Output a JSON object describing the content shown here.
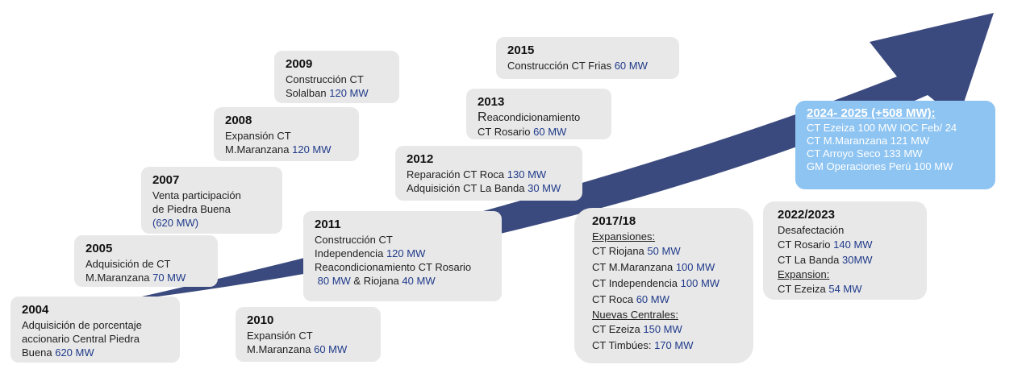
{
  "colors": {
    "arrow": "#3b4a7e",
    "box": "#e8e8e8",
    "highlight": "#8ec4f2",
    "mw": "#1f3a8a"
  },
  "boxes": {
    "y2004": {
      "year": "2004",
      "l1": "Adquisición de porcentaje",
      "l2": "accionario Central Piedra",
      "l3": "Buena",
      "mw": "620 MW"
    },
    "y2005": {
      "year": "2005",
      "l1": "Adquisición de CT",
      "l2": "M.Maranzana",
      "mw": "70 MW"
    },
    "y2007": {
      "year": "2007",
      "l1": "Venta participación",
      "l2": "de Piedra Buena",
      "mw": "(620 MW)"
    },
    "y2008": {
      "year": "2008",
      "l1": "Expansión CT",
      "l2": "M.Maranzana",
      "mw": "120 MW"
    },
    "y2009": {
      "year": "2009",
      "l1": "Construcción CT",
      "l2": "Solalban",
      "mw": "120 MW"
    },
    "y2010": {
      "year": "2010",
      "l1": "Expansión CT",
      "l2": "M.Maranzana",
      "mw": "60 MW"
    },
    "y2011": {
      "year": "2011",
      "l1": "Construcción CT",
      "l2": "Independencia",
      "mw1": "120 MW",
      "l3": "Reacondicionamiento CT Rosario",
      "mw2": "80 MW",
      "amp": "& Riojana",
      "mw3": "40 MW"
    },
    "y2012": {
      "year": "2012",
      "l1": "Reparación CT Roca",
      "mw1": "130 MW",
      "l2": "Adquisición CT La Banda",
      "mw2": "30 MW"
    },
    "y2013": {
      "year": "2013",
      "l1_cap": "R",
      "l1_rest": "eacondicionamiento",
      "l2": "CT Rosario",
      "mw": "60 MW"
    },
    "y2015": {
      "year": "2015",
      "l1": "Construcción CT Frias",
      "mw": "60 MW"
    },
    "y2017": {
      "year": "2017/18",
      "sub1": "Expansiones:",
      "r1": "CT Riojana",
      "r1mw": "50 MW",
      "r2": "CT M.Maranzana",
      "r2mw": "100 MW",
      "r3": "CT Independencia",
      "r3mw": "100 MW",
      "r4": "CT Roca",
      "r4mw": "60 MW",
      "sub2": "Nuevas Centrales:",
      "r5": "CT Ezeiza",
      "r5mw": "150 MW",
      "r6": "CT Timbúes:",
      "r6mw": "170 MW"
    },
    "y2022": {
      "year": "2022/2023",
      "l1": "Desafectación",
      "r1": "CT Rosario",
      "r1mw": "140 MW",
      "r2": "CT La Banda",
      "r2mw": "30MW",
      "sub": "Expansion:",
      "r3": "CT Ezeiza",
      "r3mw": "54 MW"
    },
    "y2024": {
      "year": "2024- 2025 (+508 MW):",
      "l1": "CT Ezeiza 100 MW IOC Feb/ 24",
      "l2": "CT M.Maranzana 121 MW",
      "l3": "CT Arroyo Seco 133 MW",
      "l4": "GM Operaciones Perú 100 MW"
    }
  }
}
